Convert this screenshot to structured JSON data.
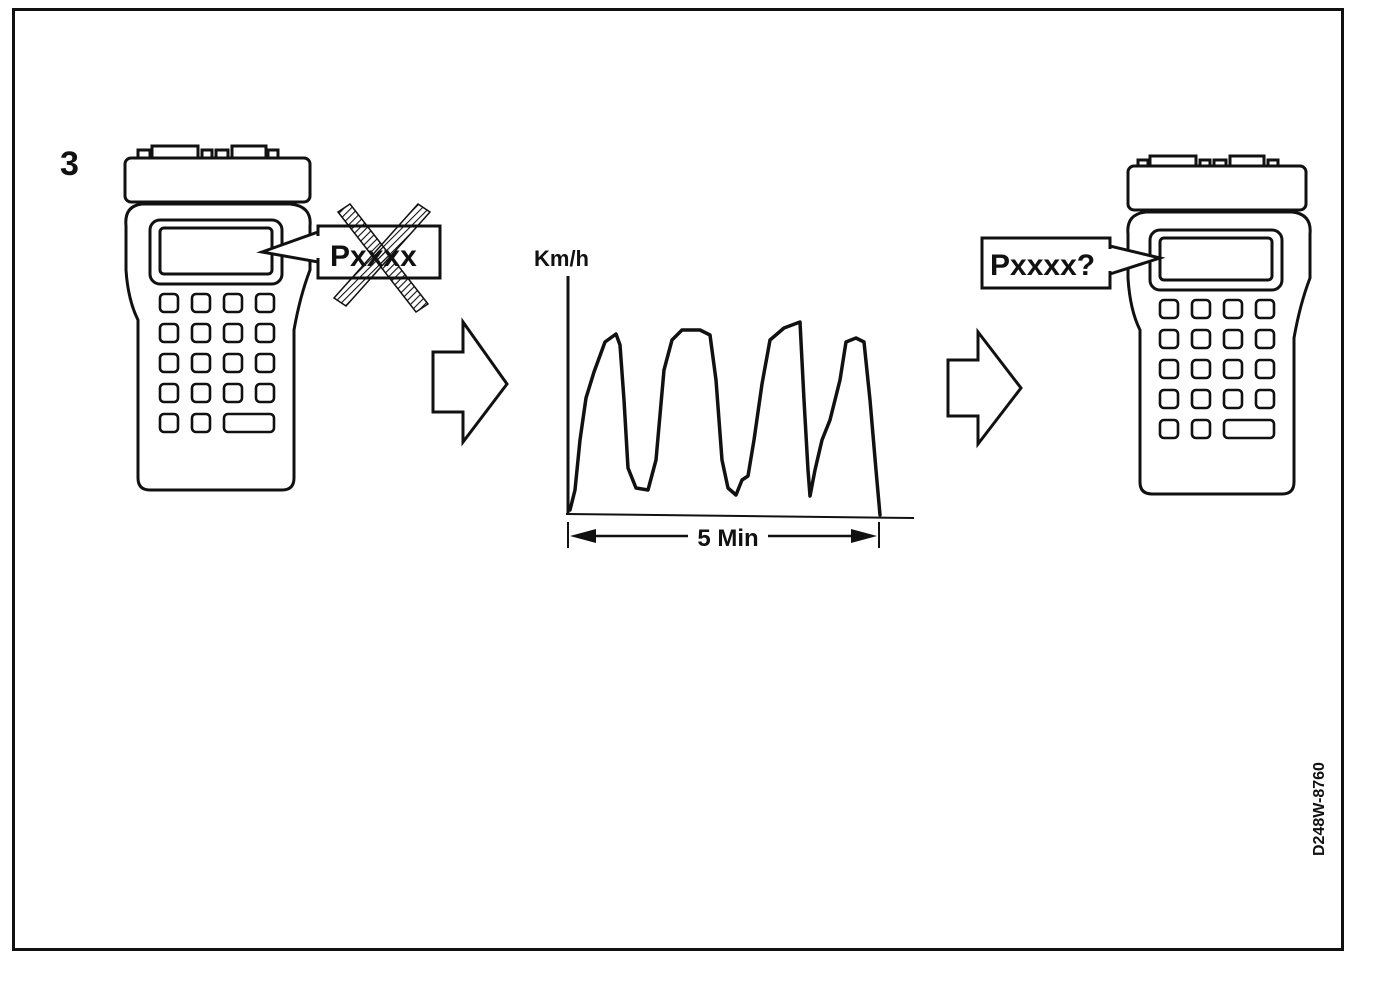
{
  "step_number": "3",
  "left_device": {
    "display_code": "Pxxxx",
    "code_crossed_out": true
  },
  "right_device": {
    "display_code": "Pxxxx?"
  },
  "graph": {
    "y_axis_label": "Km/h",
    "duration_label": "5 Min"
  },
  "figure_id": "D248W-8760",
  "colors": {
    "ink": "#111111",
    "background": "#ffffff"
  }
}
